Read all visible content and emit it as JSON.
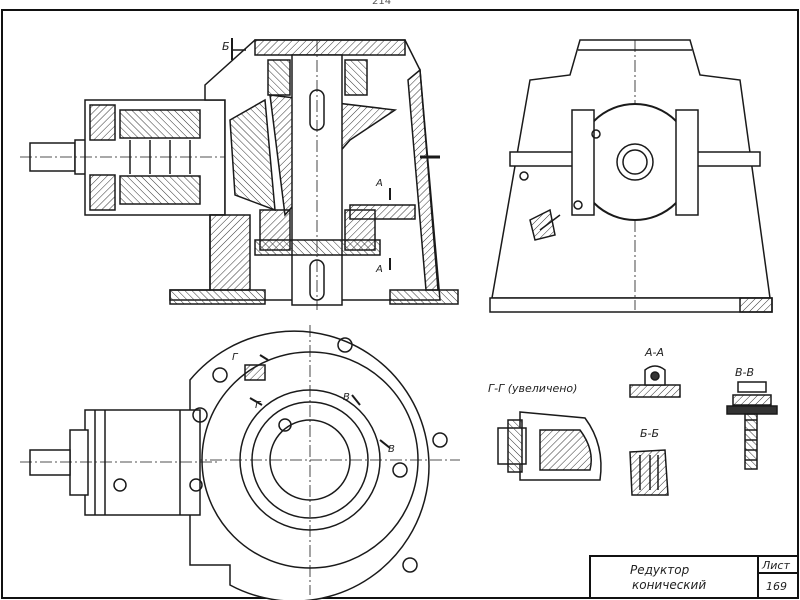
{
  "page_number": "214",
  "sections": {
    "gg": "Г-Г (увеличено)",
    "aa": "А-А",
    "bb": "Б-Б",
    "vv": "В-В"
  },
  "marks": {
    "b": "Б",
    "a": "А",
    "g": "Г",
    "v": "В"
  },
  "title_block": {
    "title_line1": "Редуктор",
    "title_line2": "конический",
    "sheet_label": "Лист",
    "sheet_number": "169"
  }
}
